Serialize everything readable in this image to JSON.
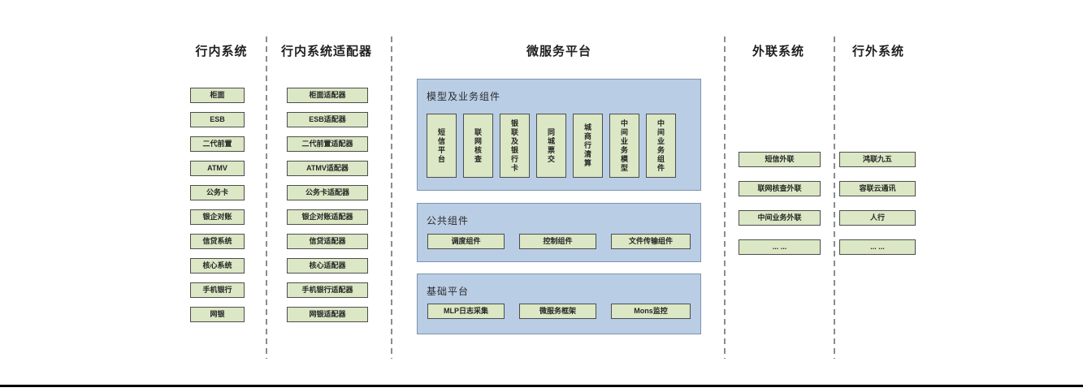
{
  "platform": {
    "title": "微服务平台",
    "sections": [
      {
        "title": "模型及业务组件",
        "orientation": "vertical",
        "items": [
          "短信平台",
          "联网核查",
          "银联及银行卡",
          "同城票交",
          "城商行清算",
          "中间业务模型",
          "中间业务组件"
        ]
      },
      {
        "title": "公共组件",
        "orientation": "horizontal",
        "items": [
          "调度组件",
          "控制组件",
          "文件传输组件"
        ]
      },
      {
        "title": "基础平台",
        "orientation": "horizontal",
        "items": [
          "MLP日志采集",
          "微服务框架",
          "Mons监控"
        ]
      }
    ]
  },
  "columns": [
    {
      "id": "inbank",
      "title": "行内系统",
      "items": [
        "柜面",
        "ESB",
        "二代前置",
        "ATMV",
        "公务卡",
        "银企对账",
        "信贷系统",
        "核心系统",
        "手机银行",
        "网银"
      ]
    },
    {
      "id": "adapters",
      "title": "行内系统适配器",
      "items": [
        "柜面适配器",
        "ESB适配器",
        "二代前置适配器",
        "ATMV适配器",
        "公务卡适配器",
        "银企对账适配器",
        "信贷适配器",
        "核心适配器",
        "手机银行适配器",
        "网银适配器"
      ]
    },
    {
      "id": "external-link",
      "title": "外联系统",
      "items": [
        "短信外联",
        "联网核查外联",
        "中间业务外联",
        "... ..."
      ]
    },
    {
      "id": "outbank",
      "title": "行外系统",
      "items": [
        "鸿联九五",
        "容联云通讯",
        "人行",
        "... ..."
      ]
    }
  ],
  "colors": {
    "green_box_fill": "#dbe7c5",
    "green_box_border": "#4d4d4d",
    "blue_panel_fill": "#b9cde5",
    "blue_panel_border": "#7e93ad",
    "divider_gray": "#8c8c8c",
    "text_dark": "#1f1f1f",
    "bottom_rule": "#000000"
  }
}
